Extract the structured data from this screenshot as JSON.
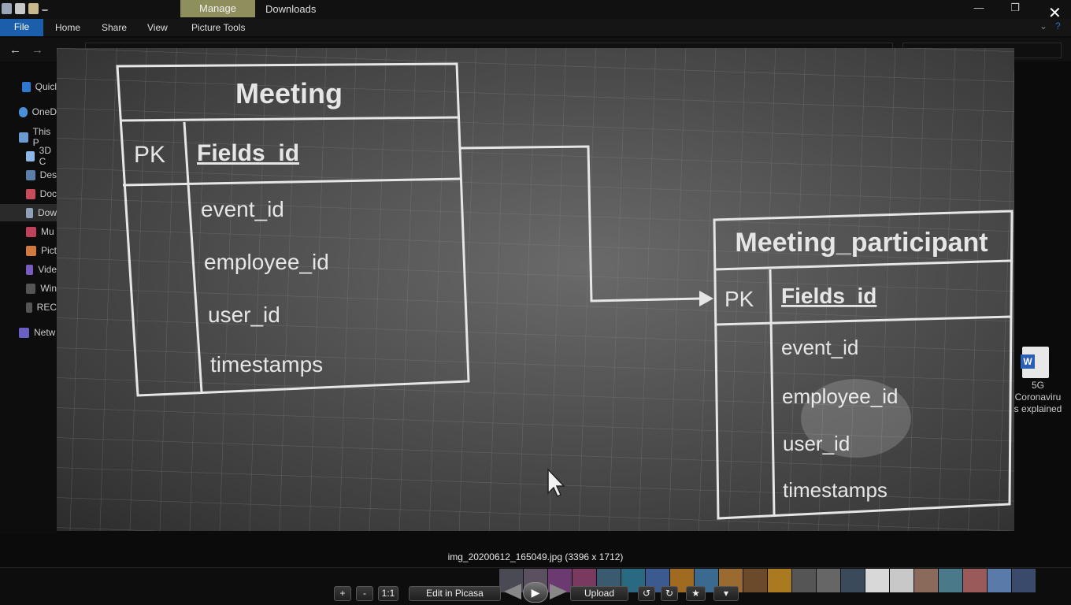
{
  "titlebar": {
    "manage_tab": "Manage",
    "window_title": "Downloads",
    "minimize_glyph": "—",
    "restore_glyph": "❐",
    "close_glyph": "✕",
    "expand_glyph": "⌄",
    "help_glyph": "?"
  },
  "ribbon": {
    "tabs": [
      "File",
      "Home",
      "Share",
      "View",
      "Picture Tools"
    ]
  },
  "nav": {
    "back_glyph": "←",
    "forward_glyph": "→"
  },
  "sidebar": {
    "items": [
      {
        "label": "Quicl",
        "icon": "star-icon"
      },
      {
        "label": "OneD",
        "icon": "cloud-icon"
      },
      {
        "label": "This P",
        "icon": "computer-icon"
      },
      {
        "label": "3D C",
        "icon": "cube-icon"
      },
      {
        "label": "Des",
        "icon": "desktop-icon"
      },
      {
        "label": "Doc",
        "icon": "documents-icon"
      },
      {
        "label": "Dow",
        "icon": "download-icon"
      },
      {
        "label": "Mu",
        "icon": "music-icon"
      },
      {
        "label": "Pict",
        "icon": "pictures-icon"
      },
      {
        "label": "Vide",
        "icon": "video-icon"
      },
      {
        "label": "Win",
        "icon": "drive-icon"
      },
      {
        "label": "REC",
        "icon": "drive-icon"
      },
      {
        "label": "Netw",
        "icon": "network-icon"
      }
    ]
  },
  "photo": {
    "meeting_table": {
      "title": "Meeting",
      "pk_label": "PK",
      "pk_field": "Fields_id",
      "fields": [
        "event_id",
        "employee_id",
        "user_id",
        "timestamps"
      ]
    },
    "participant_table": {
      "title": "Meeting_participant",
      "pk_label": "PK",
      "pk_field": "Fields_id",
      "fields": [
        "event_id",
        "employee_id",
        "user_id",
        "timestamps"
      ]
    }
  },
  "desktop_file": {
    "icon": "word-document-icon",
    "icon_letter": "W",
    "label_line1": "5G",
    "label_line2": "Coronaviru",
    "label_line3": "s explained"
  },
  "viewer": {
    "caption": "img_20200612_165049.jpg (3396 x 1712)",
    "close_glyph": "✕",
    "zoom_in": "+",
    "zoom_out": "-",
    "actual_size": "1:1",
    "edit_button": "Edit in Picasa",
    "upload_button": "Upload",
    "play_glyph": "▶",
    "rotate_left_glyph": "↺",
    "rotate_right_glyph": "↻",
    "star_glyph": "★",
    "more_glyph": "▾"
  },
  "colors": {
    "file_tab": "#1b5eab",
    "manage_tab": "#8f8f5e",
    "diagram_line": "#e6e6e6",
    "word_blue": "#2b5fb4"
  }
}
